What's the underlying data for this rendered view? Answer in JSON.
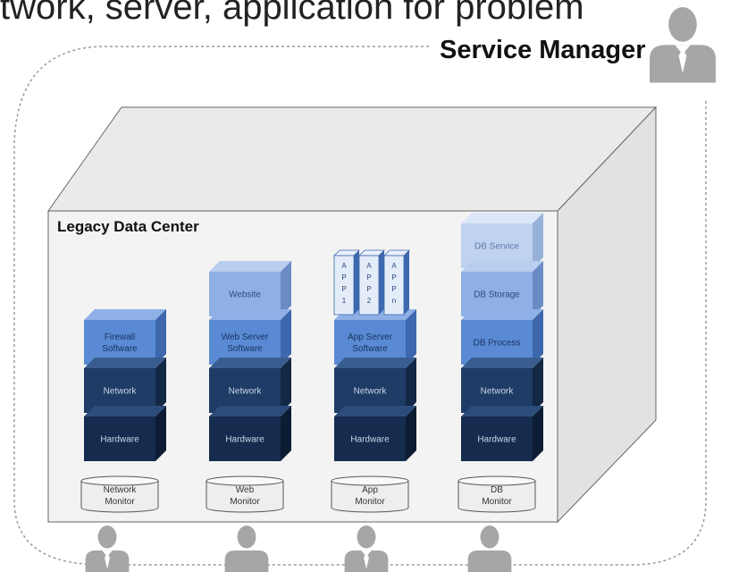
{
  "header": {
    "text": "twork, server, application for problem"
  },
  "service_manager": {
    "label": "Service Manager"
  },
  "data_center": {
    "label": "Legacy Data Center"
  },
  "stacks": [
    {
      "layers": [
        {
          "lines": [
            "Firewall",
            "Software"
          ],
          "tone": "mid"
        },
        {
          "lines": [
            "Network"
          ],
          "tone": "dark"
        },
        {
          "lines": [
            "Hardware"
          ],
          "tone": "darker"
        }
      ],
      "monitor": [
        "Network",
        "Monitor"
      ]
    },
    {
      "layers": [
        {
          "lines": [
            "Website"
          ],
          "tone": "light"
        },
        {
          "lines": [
            "Web Server",
            "Software"
          ],
          "tone": "mid"
        },
        {
          "lines": [
            "Network"
          ],
          "tone": "dark"
        },
        {
          "lines": [
            "Hardware"
          ],
          "tone": "darker"
        }
      ],
      "monitor": [
        "Web",
        "Monitor"
      ]
    },
    {
      "apps": [
        [
          "A",
          "P",
          "P",
          "1"
        ],
        [
          "A",
          "P",
          "P",
          "2"
        ],
        [
          "A",
          "P",
          "P",
          "n"
        ]
      ],
      "layers": [
        {
          "lines": [
            "App Server",
            "Software"
          ],
          "tone": "mid"
        },
        {
          "lines": [
            "Network"
          ],
          "tone": "dark"
        },
        {
          "lines": [
            "Hardware"
          ],
          "tone": "darker"
        }
      ],
      "monitor": [
        "App",
        "Monitor"
      ]
    },
    {
      "layers": [
        {
          "lines": [
            "DB Service"
          ],
          "tone": "pale"
        },
        {
          "lines": [
            "DB Storage"
          ],
          "tone": "light"
        },
        {
          "lines": [
            "DB Process"
          ],
          "tone": "mid"
        },
        {
          "lines": [
            "Network"
          ],
          "tone": "dark"
        },
        {
          "lines": [
            "Hardware"
          ],
          "tone": "darker"
        }
      ],
      "monitor": [
        "DB",
        "Monitor"
      ]
    }
  ],
  "colors": {
    "pale": {
      "front": "#bfd3f1",
      "top": "#dbe6f8",
      "side": "#97b1d9",
      "text": "#5f79a6"
    },
    "light": {
      "front": "#8fb0e4",
      "top": "#b9cdef",
      "side": "#6b8bc4",
      "text": "#2d4a7e"
    },
    "mid": {
      "front": "#5a8ad4",
      "top": "#8eb0e6",
      "side": "#3d68ad",
      "text": "#17335f"
    },
    "dark": {
      "front": "#1f3c66",
      "top": "#3a5d90",
      "side": "#132845",
      "text": "#c9d6ea"
    },
    "darker": {
      "front": "#152c4e",
      "top": "#2c4c7b",
      "side": "#0c1c33",
      "text": "#c9d6ea"
    },
    "box_front": "#f3f3f3",
    "box_top": "#eaeaea",
    "box_side": "#e2e2e2",
    "person": "#a6a6a6"
  },
  "icons": {
    "service_manager": "person-with-tie-icon",
    "operators": [
      "person-with-tie-icon",
      "person-icon",
      "person-with-tie-icon",
      "person-icon"
    ]
  }
}
